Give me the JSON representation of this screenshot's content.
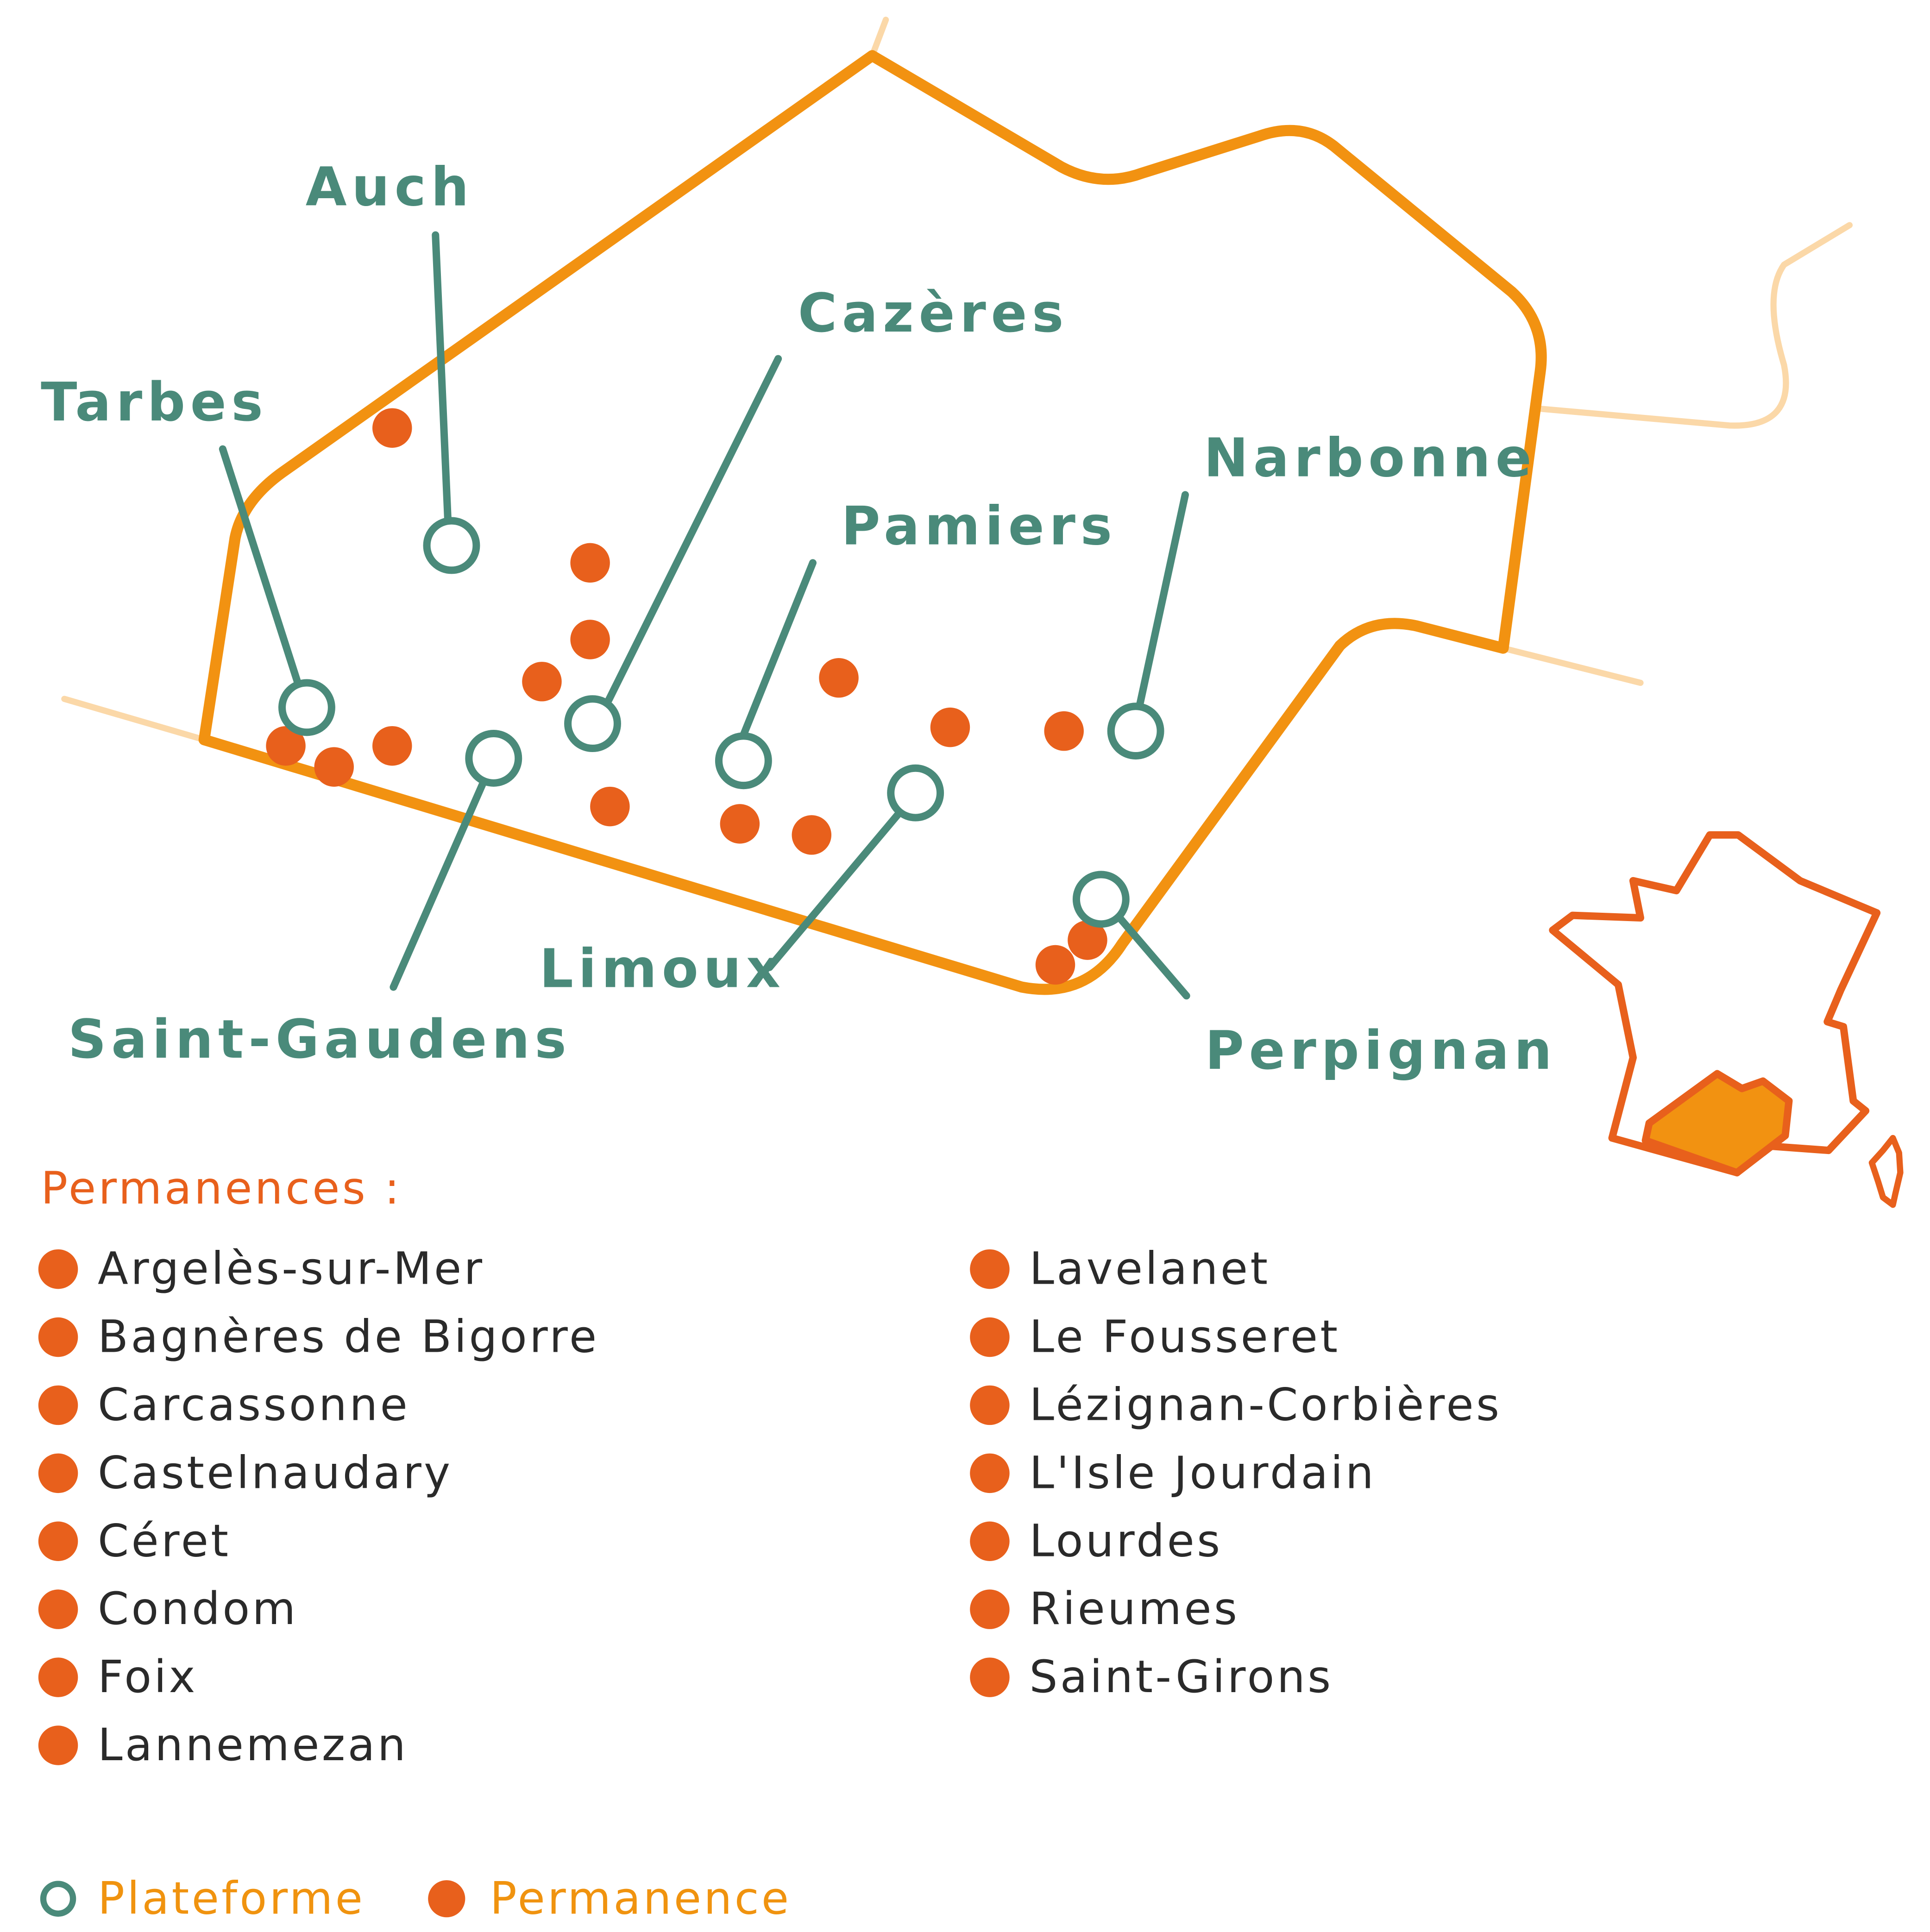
{
  "colors": {
    "region_border": "#f29211",
    "neighbor_border": "#fbd8a8",
    "plateforme": "#4a8a7a",
    "permanence": "#e8601c",
    "legend_text": "#2a2a2a",
    "france_outline": "#e8601c",
    "france_region_fill": "#f29211"
  },
  "map": {
    "plateformes": [
      {
        "name": "Auch"
      },
      {
        "name": "Tarbes"
      },
      {
        "name": "Cazères"
      },
      {
        "name": "Pamiers"
      },
      {
        "name": "Narbonne"
      },
      {
        "name": "Saint-Gaudens"
      },
      {
        "name": "Limoux"
      },
      {
        "name": "Perpignan"
      }
    ]
  },
  "legend": {
    "title": "Permanences :",
    "column1": [
      "Argelès-sur-Mer",
      "Bagnères de Bigorre",
      "Carcassonne",
      "Castelnaudary",
      "Céret",
      "Condom",
      "Foix",
      "Lannemezan"
    ],
    "column2": [
      "Lavelanet",
      "Le Fousseret",
      "Lézignan-Corbières",
      "L'Isle Jourdain",
      "Lourdes",
      "Rieumes",
      "Saint-Girons"
    ]
  },
  "key": {
    "plateforme_label": "Plateforme",
    "permanence_label": "Permanence"
  }
}
